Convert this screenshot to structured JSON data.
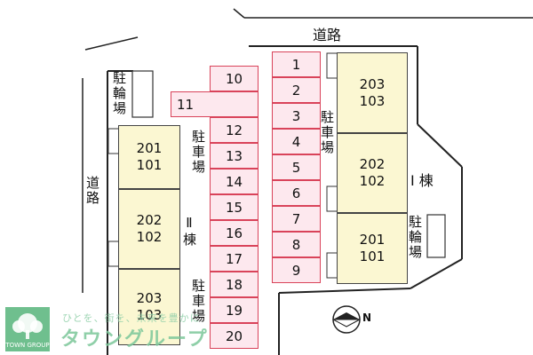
{
  "labels": {
    "road_top": "道路",
    "road_left": "道路",
    "bike_parking_left": "駐輪場",
    "bike_parking_right": "駐輪場",
    "parking_upper_left": "駐車場",
    "parking_lower_left": "駐車場",
    "parking_right": "駐車場",
    "building_2": "Ⅱ棟",
    "building_1": "Ⅰ 棟",
    "north": "N"
  },
  "building_1_rooms": [
    {
      "upper": "203",
      "lower": "103"
    },
    {
      "upper": "202",
      "lower": "102"
    },
    {
      "upper": "201",
      "lower": "101"
    }
  ],
  "building_2_rooms": [
    {
      "upper": "201",
      "lower": "101"
    },
    {
      "upper": "202",
      "lower": "102"
    },
    {
      "upper": "203",
      "lower": "103"
    }
  ],
  "parking_right_stalls": [
    "1",
    "2",
    "3",
    "4",
    "5",
    "6",
    "7",
    "8",
    "9"
  ],
  "parking_left_stalls": [
    "10",
    "11",
    "12",
    "13",
    "14",
    "15",
    "16",
    "17",
    "18",
    "19",
    "20"
  ],
  "watermark": {
    "logo_text": "TOWN GROUP",
    "slogan": "ひとを、街を、未来を豊かに",
    "brand": "タウングループ"
  }
}
